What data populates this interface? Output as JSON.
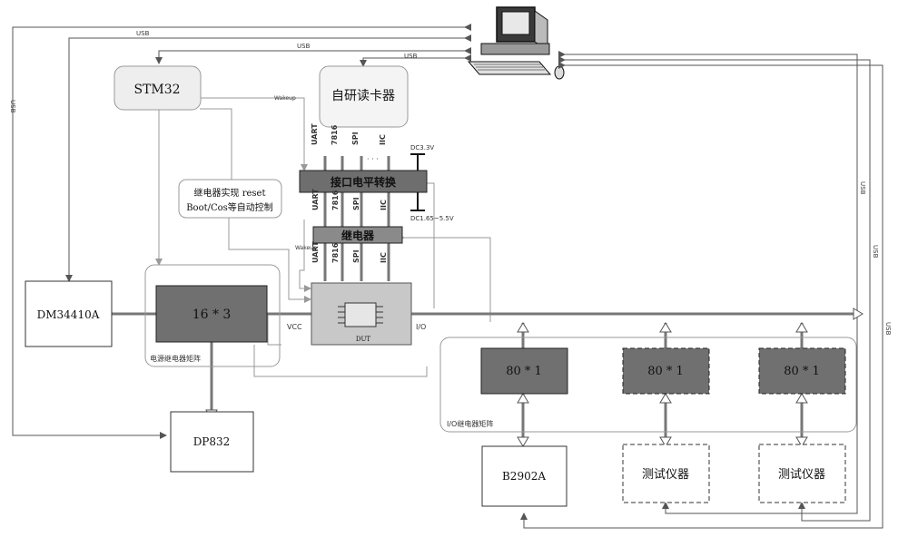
{
  "blocks": {
    "stm32": "STM32",
    "card_reader": "自研读卡器",
    "level_shift": "接口电平转换",
    "relay": "继电器",
    "relay_note_line1": "继电器实现 reset",
    "relay_note_line2": "Boot/Cos等自动控制",
    "dm": "DM34410A",
    "matrix_16x3": "16 * 3",
    "power_matrix_label": "电源继电器矩阵",
    "dut": "DUT",
    "dp832": "DP832",
    "io1": "80 * 1",
    "io2": "80 * 1",
    "io3": "80 * 1",
    "io_matrix_label": "I/O继电器矩阵",
    "b2902a": "B2902A",
    "inst1": "测试仪器",
    "inst2": "测试仪器"
  },
  "labels": {
    "usb": "USB",
    "wakeup": "Wakeup",
    "vcc": "VCC",
    "io": "I/O",
    "dc33": "DC3.3V",
    "dc165": "DC1.65~5.5V",
    "dots": "· · ·",
    "uart": "UART",
    "iso7816": "7816",
    "spi": "SPI",
    "iic": "IIC"
  },
  "colors": {
    "dark_fill": "#707070",
    "shift_fill": "#6e6e6e",
    "relay_fill": "#8a8a8a",
    "stm_fill": "#eeeeee",
    "dut_fill": "#c8c8c8"
  }
}
